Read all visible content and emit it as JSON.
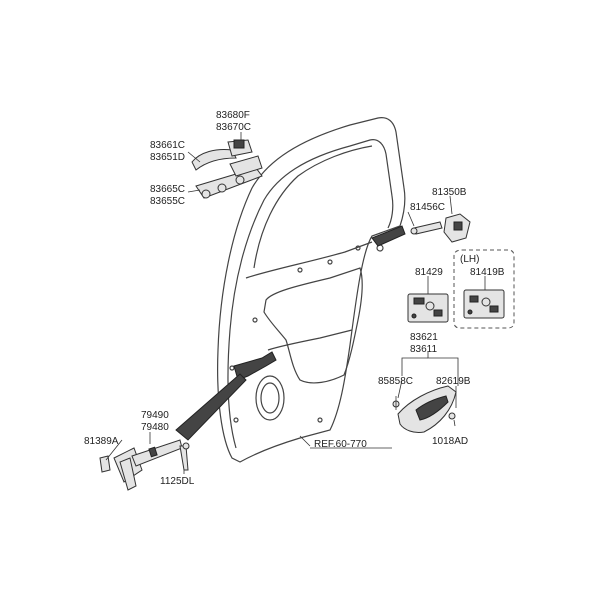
{
  "labels": {
    "p83680F": "83680F",
    "p83670C": "83670C",
    "p83661C": "83661C",
    "p83651D": "83651D",
    "p83665C": "83665C",
    "p83655C": "83655C",
    "p81350B": "81350B",
    "p81456C": "81456C",
    "p81429": "81429",
    "lh": "(LH)",
    "p81419B": "81419B",
    "p83621": "83621",
    "p83611": "83611",
    "p85858C": "85858C",
    "p82619B": "82619B",
    "p1018AD": "1018AD",
    "p79490": "79490",
    "p79480": "79480",
    "p81389A": "81389A",
    "p1125DL": "1125DL",
    "ref": "REF.60-770"
  }
}
